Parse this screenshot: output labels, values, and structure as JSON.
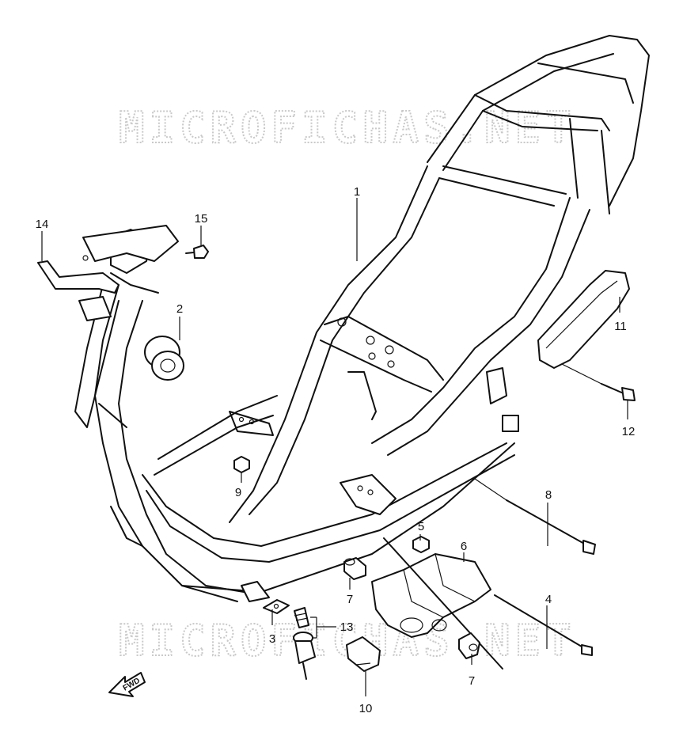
{
  "watermark": {
    "top": "MICROFICHAS.NET",
    "bottom": "MICROFICHAS.NET"
  },
  "fwd_arrow": {
    "label": "FWD",
    "icon": "forward-arrow-icon"
  },
  "callouts": {
    "c1": "1",
    "c2": "2",
    "c3": "3",
    "c4": "4",
    "c5": "5",
    "c6": "6",
    "c7a": "7",
    "c7b": "7",
    "c8": "8",
    "c9": "9",
    "c10": "10",
    "c11": "11",
    "c12": "12",
    "c13": "13",
    "c14": "14",
    "c15": "15"
  }
}
